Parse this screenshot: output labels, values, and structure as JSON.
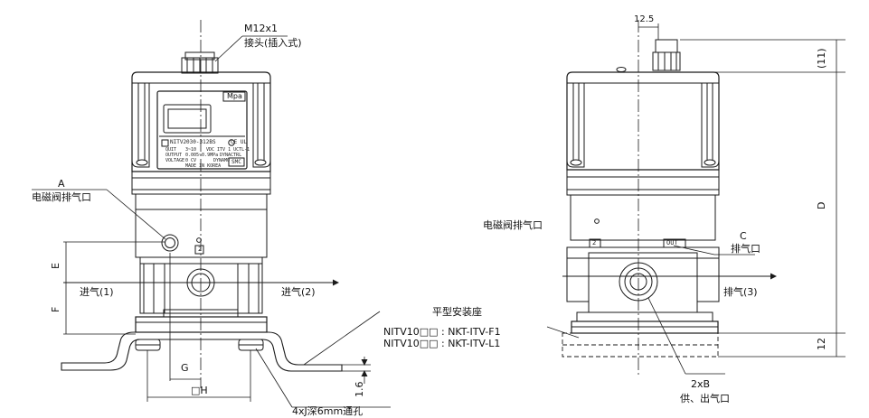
{
  "front_view": {
    "connector_thread": "M12x1",
    "connector_desc": "接头(插入式)",
    "label_A": "A",
    "label_A_desc": "电磁阀排气口",
    "inlet_label": "进气(1)",
    "outlet_label": "进气(2)",
    "dim_E": "E",
    "dim_F": "F",
    "dim_G": "G",
    "dim_H": "□H",
    "dim_16": "1.6",
    "hole_note": "4xJ深6mm通孔",
    "nameplate": {
      "unit": "Mpa",
      "model": "NITV2030-312BS",
      "marks": "CE UL",
      "row1_left": "QUIT",
      "row1_mid": "3~10",
      "row1_right": "VDC ITV 1 UCTL-1",
      "row2_left": "OUTPUT",
      "row2_mid": "0.005~0.9MPa",
      "row2_right": "DYNACTRL",
      "row3_left": "VOLTAGE",
      "row3_mid": "0 CV",
      "row3_right": "DYNAMO",
      "row4": "MADE IN KOREA",
      "badge": "SMC",
      "port_mark": "2"
    }
  },
  "mount": {
    "title": "平型安装座",
    "line1": "NITV10□□ : NKT-ITV-F1",
    "line2": "NITV10□□ : NKT-ITV-L1"
  },
  "side_view": {
    "dim_125": "12.5",
    "dim_11": "(11)",
    "dim_D": "D",
    "dim_12": "12",
    "solenoid_exhaust": "电磁阀排气口",
    "label_C": "C",
    "exhaust_label": "排气口",
    "exhaust3": "排气(3)",
    "port_2xB": "2xB",
    "port_desc": "供、出气口",
    "port_in_mark": "2",
    "port_out_mark": "OUT"
  }
}
